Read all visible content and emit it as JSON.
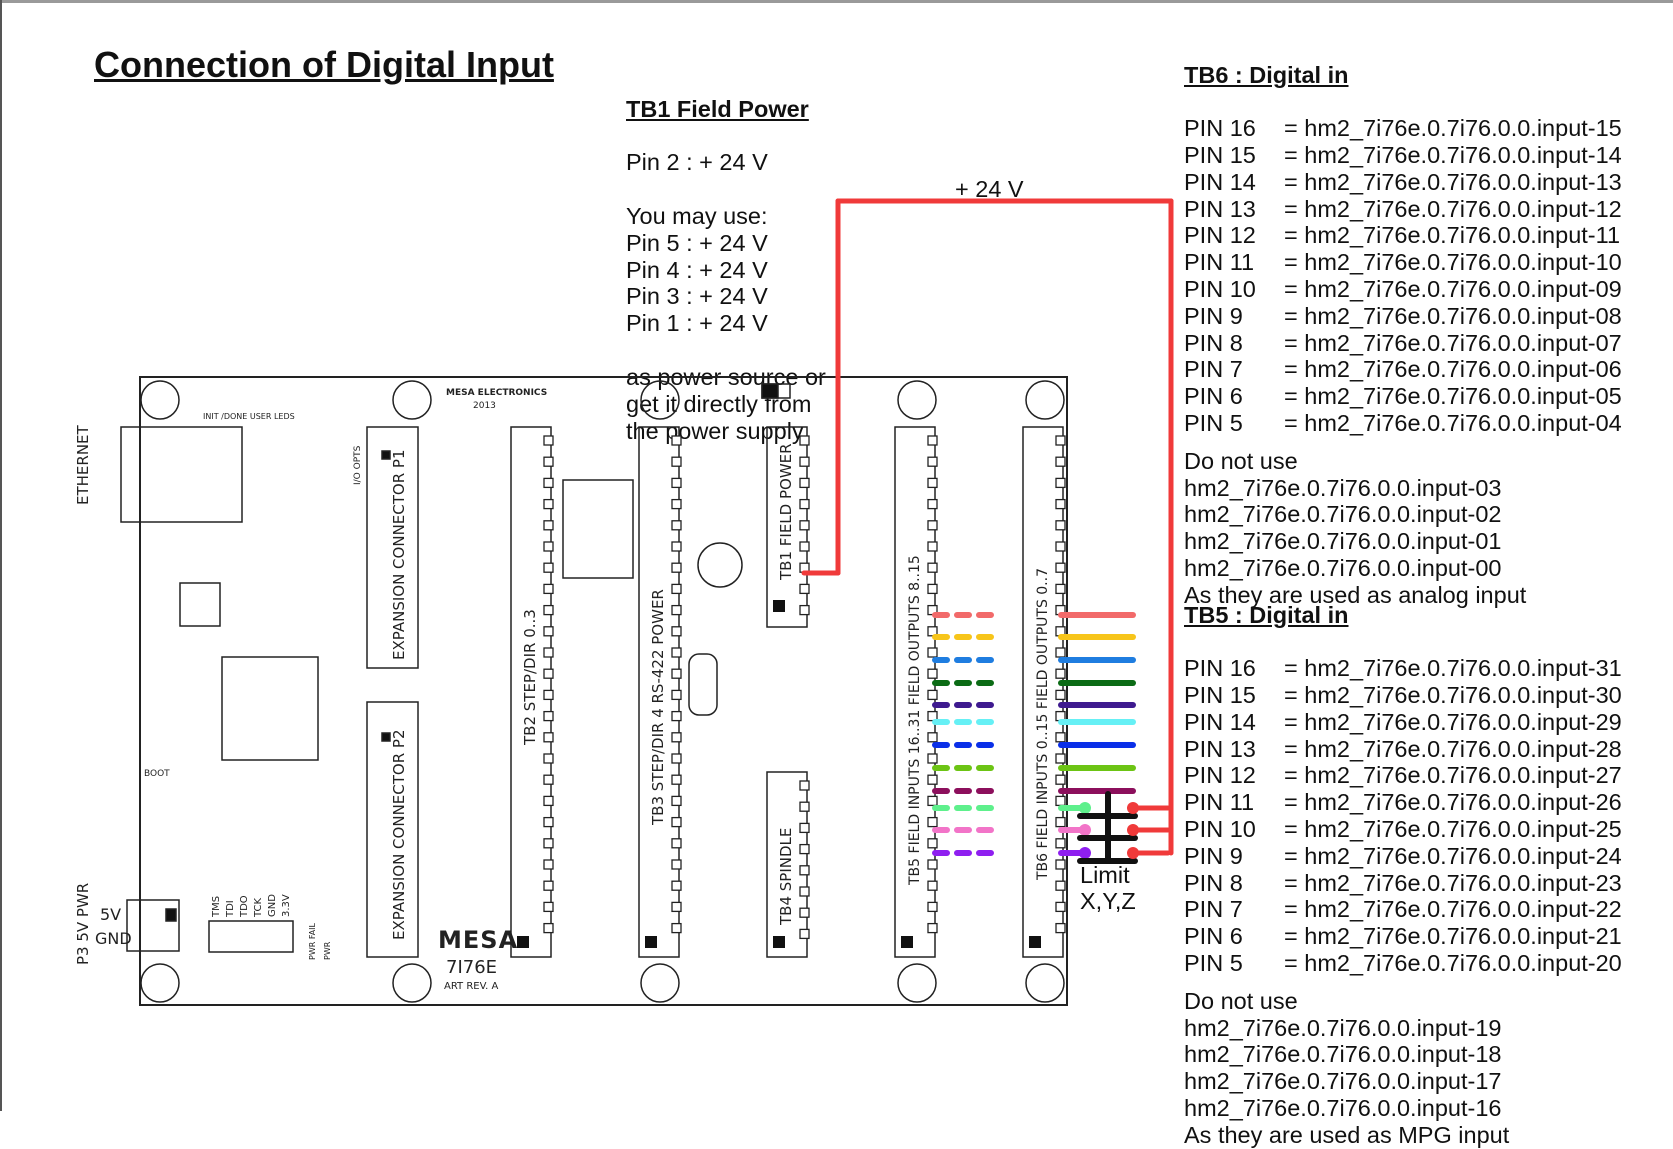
{
  "title": "Connection of Digital Input",
  "tb1": {
    "heading": "TB1 Field Power",
    "lines": [
      "Pin 2 : + 24 V",
      "",
      "You may use:",
      "Pin 5 : + 24 V",
      "Pin 4 : + 24 V",
      "Pin 3 : + 24 V",
      "Pin 1 : + 24 V",
      "",
      "as power source or",
      "get it directly from",
      "the power supply."
    ]
  },
  "wire_label": "+ 24 V",
  "tb6": {
    "heading": "TB6 : Digital in",
    "pins": [
      {
        "pin": "PIN 16",
        "signal": "hm2_7i76e.0.7i76.0.0.input-15"
      },
      {
        "pin": "PIN 15",
        "signal": "hm2_7i76e.0.7i76.0.0.input-14"
      },
      {
        "pin": "PIN 14",
        "signal": "hm2_7i76e.0.7i76.0.0.input-13"
      },
      {
        "pin": "PIN 13",
        "signal": "hm2_7i76e.0.7i76.0.0.input-12"
      },
      {
        "pin": "PIN 12",
        "signal": "hm2_7i76e.0.7i76.0.0.input-11"
      },
      {
        "pin": "PIN 11",
        "signal": "hm2_7i76e.0.7i76.0.0.input-10"
      },
      {
        "pin": "PIN 10",
        "signal": "hm2_7i76e.0.7i76.0.0.input-09"
      },
      {
        "pin": "PIN 9",
        "signal": "hm2_7i76e.0.7i76.0.0.input-08"
      },
      {
        "pin": "PIN 8",
        "signal": "hm2_7i76e.0.7i76.0.0.input-07"
      },
      {
        "pin": "PIN 7",
        "signal": "hm2_7i76e.0.7i76.0.0.input-06"
      },
      {
        "pin": "PIN 6",
        "signal": "hm2_7i76e.0.7i76.0.0.input-05"
      },
      {
        "pin": "PIN 5",
        "signal": "hm2_7i76e.0.7i76.0.0.input-04"
      }
    ],
    "note_heading": "Do not use",
    "unused": [
      "hm2_7i76e.0.7i76.0.0.input-03",
      "hm2_7i76e.0.7i76.0.0.input-02",
      "hm2_7i76e.0.7i76.0.0.input-01",
      "hm2_7i76e.0.7i76.0.0.input-00"
    ],
    "note_reason": "As they are used as analog input"
  },
  "tb5": {
    "heading": "TB5 : Digital in",
    "pins": [
      {
        "pin": "PIN 16",
        "signal": "hm2_7i76e.0.7i76.0.0.input-31"
      },
      {
        "pin": "PIN 15",
        "signal": "hm2_7i76e.0.7i76.0.0.input-30"
      },
      {
        "pin": "PIN 14",
        "signal": "hm2_7i76e.0.7i76.0.0.input-29"
      },
      {
        "pin": "PIN 13",
        "signal": "hm2_7i76e.0.7i76.0.0.input-28"
      },
      {
        "pin": "PIN 12",
        "signal": "hm2_7i76e.0.7i76.0.0.input-27"
      },
      {
        "pin": "PIN 11",
        "signal": "hm2_7i76e.0.7i76.0.0.input-26"
      },
      {
        "pin": "PIN 10",
        "signal": "hm2_7i76e.0.7i76.0.0.input-25"
      },
      {
        "pin": "PIN 9",
        "signal": "hm2_7i76e.0.7i76.0.0.input-24"
      },
      {
        "pin": "PIN 8",
        "signal": "hm2_7i76e.0.7i76.0.0.input-23"
      },
      {
        "pin": "PIN 7",
        "signal": "hm2_7i76e.0.7i76.0.0.input-22"
      },
      {
        "pin": "PIN 6",
        "signal": "hm2_7i76e.0.7i76.0.0.input-21"
      },
      {
        "pin": "PIN 5",
        "signal": "hm2_7i76e.0.7i76.0.0.input-20"
      }
    ],
    "note_heading": "Do not use",
    "unused": [
      "hm2_7i76e.0.7i76.0.0.input-19",
      "hm2_7i76e.0.7i76.0.0.input-18",
      "hm2_7i76e.0.7i76.0.0.input-17",
      "hm2_7i76e.0.7i76.0.0.input-16"
    ],
    "note_reason": "As they are used as MPG input"
  },
  "limit_label": [
    "Limit",
    "X,Y,Z"
  ],
  "board": {
    "ethernet": "ETHERNET",
    "power_label": "P3  5V PWR",
    "power_pins": [
      "5V",
      "GND"
    ],
    "maker": "MESA ELECTRONICS",
    "year": "2013",
    "logo": "MESA",
    "model": "7I76E",
    "revision": "ART REV. A",
    "leds": "INIT  /DONE   USER  LEDS",
    "io_opts": "I/O OPTS",
    "jtag": [
      "TMS",
      "TDI",
      "TDO",
      "TCK",
      "GND",
      "3.3V"
    ],
    "boot": "BOOT",
    "pwr_fail": "PWR FAIL",
    "pwr": "PWR",
    "connectors": {
      "p1": "EXPANSION CONNECTOR P1",
      "p2": "EXPANSION CONNECTOR P2",
      "tb2": "TB2 STEP/DIR 0..3",
      "tb3": "TB3 STEP/DIR 4 RS-422 POWER",
      "tb1": "TB1 FIELD POWER",
      "tb4": "TB4 SPINDLE",
      "tb5": "TB5 FIELD INPUTS 16..31 FIELD OUTPUTS 8..15",
      "tb6": "TB6 FIELD INPUTS 0..15 FIELD OUTPUTS 0..7"
    }
  },
  "wire_colors": {
    "power": "#f03a3a",
    "inputs": [
      "#f26a6a",
      "#f7c51a",
      "#1f7de0",
      "#0b6b15",
      "#3e1a8f",
      "#66f0f5",
      "#0a2fe8",
      "#6cc414",
      "#8c0f5c",
      "#5ef08c",
      "#f274c8",
      "#8f1ff0"
    ]
  }
}
